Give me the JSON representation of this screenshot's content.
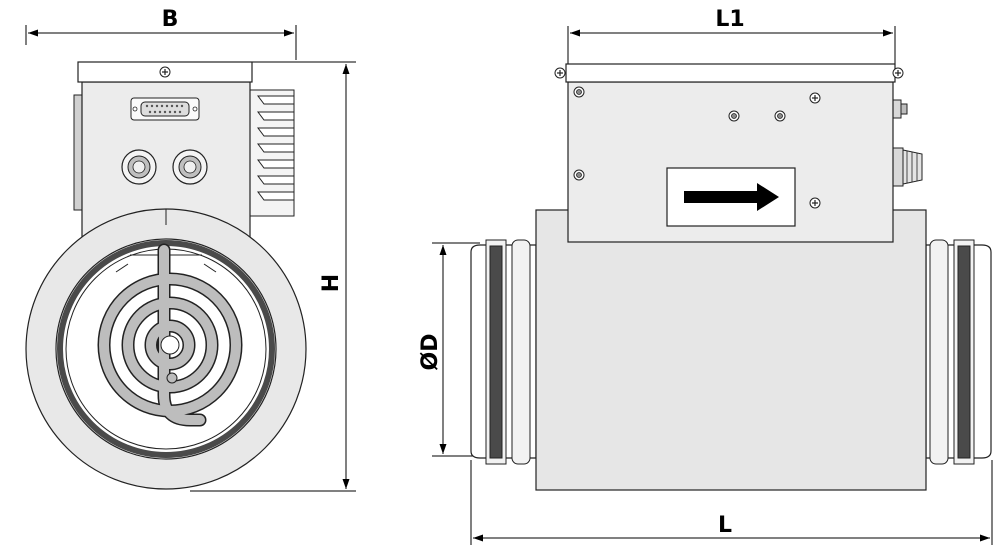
{
  "dimensions": {
    "width": "B",
    "height": "H",
    "box_length": "L1",
    "diameter": "ØD",
    "total_length": "L"
  },
  "colors": {
    "body": "#e6e6e6",
    "line": "#000000",
    "gasket": "#4a4a4a",
    "element": "#bdbdbd"
  },
  "icons": [
    "flow-direction-arrow-icon",
    "screw-icon",
    "cable-gland-icon",
    "d-sub-connector-icon"
  ]
}
